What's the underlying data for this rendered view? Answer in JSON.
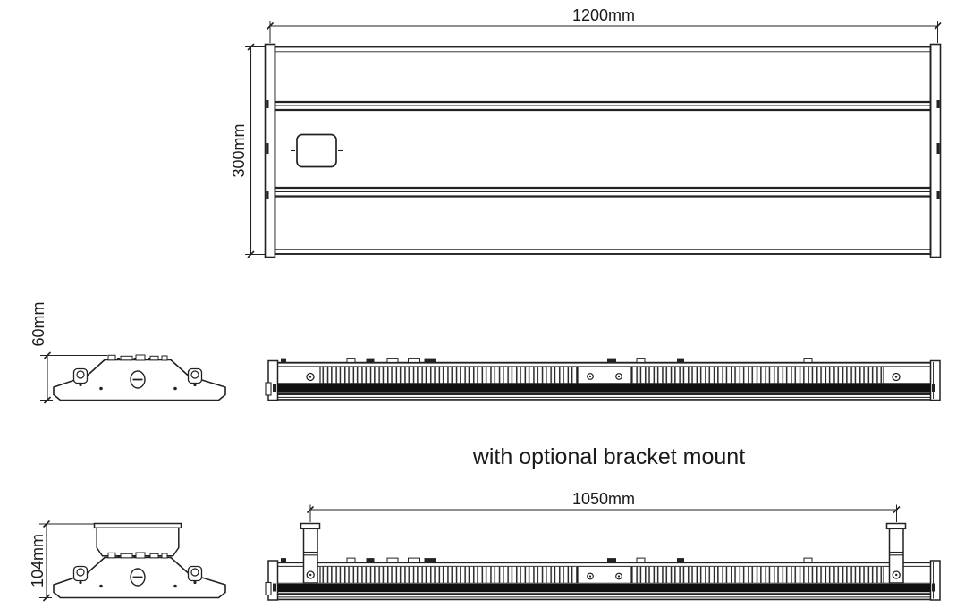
{
  "caption": {
    "text": "with optional bracket mount"
  },
  "dimensions": {
    "top_view_width": "1200mm",
    "top_view_height": "300mm",
    "fixture_height": "60mm",
    "bracket_spacing": "1050mm",
    "bracket_height": "104mm"
  },
  "colors": {
    "line": "#222222",
    "lens_band": "#101010",
    "background": "#ffffff",
    "text": "#1a1a1a"
  }
}
